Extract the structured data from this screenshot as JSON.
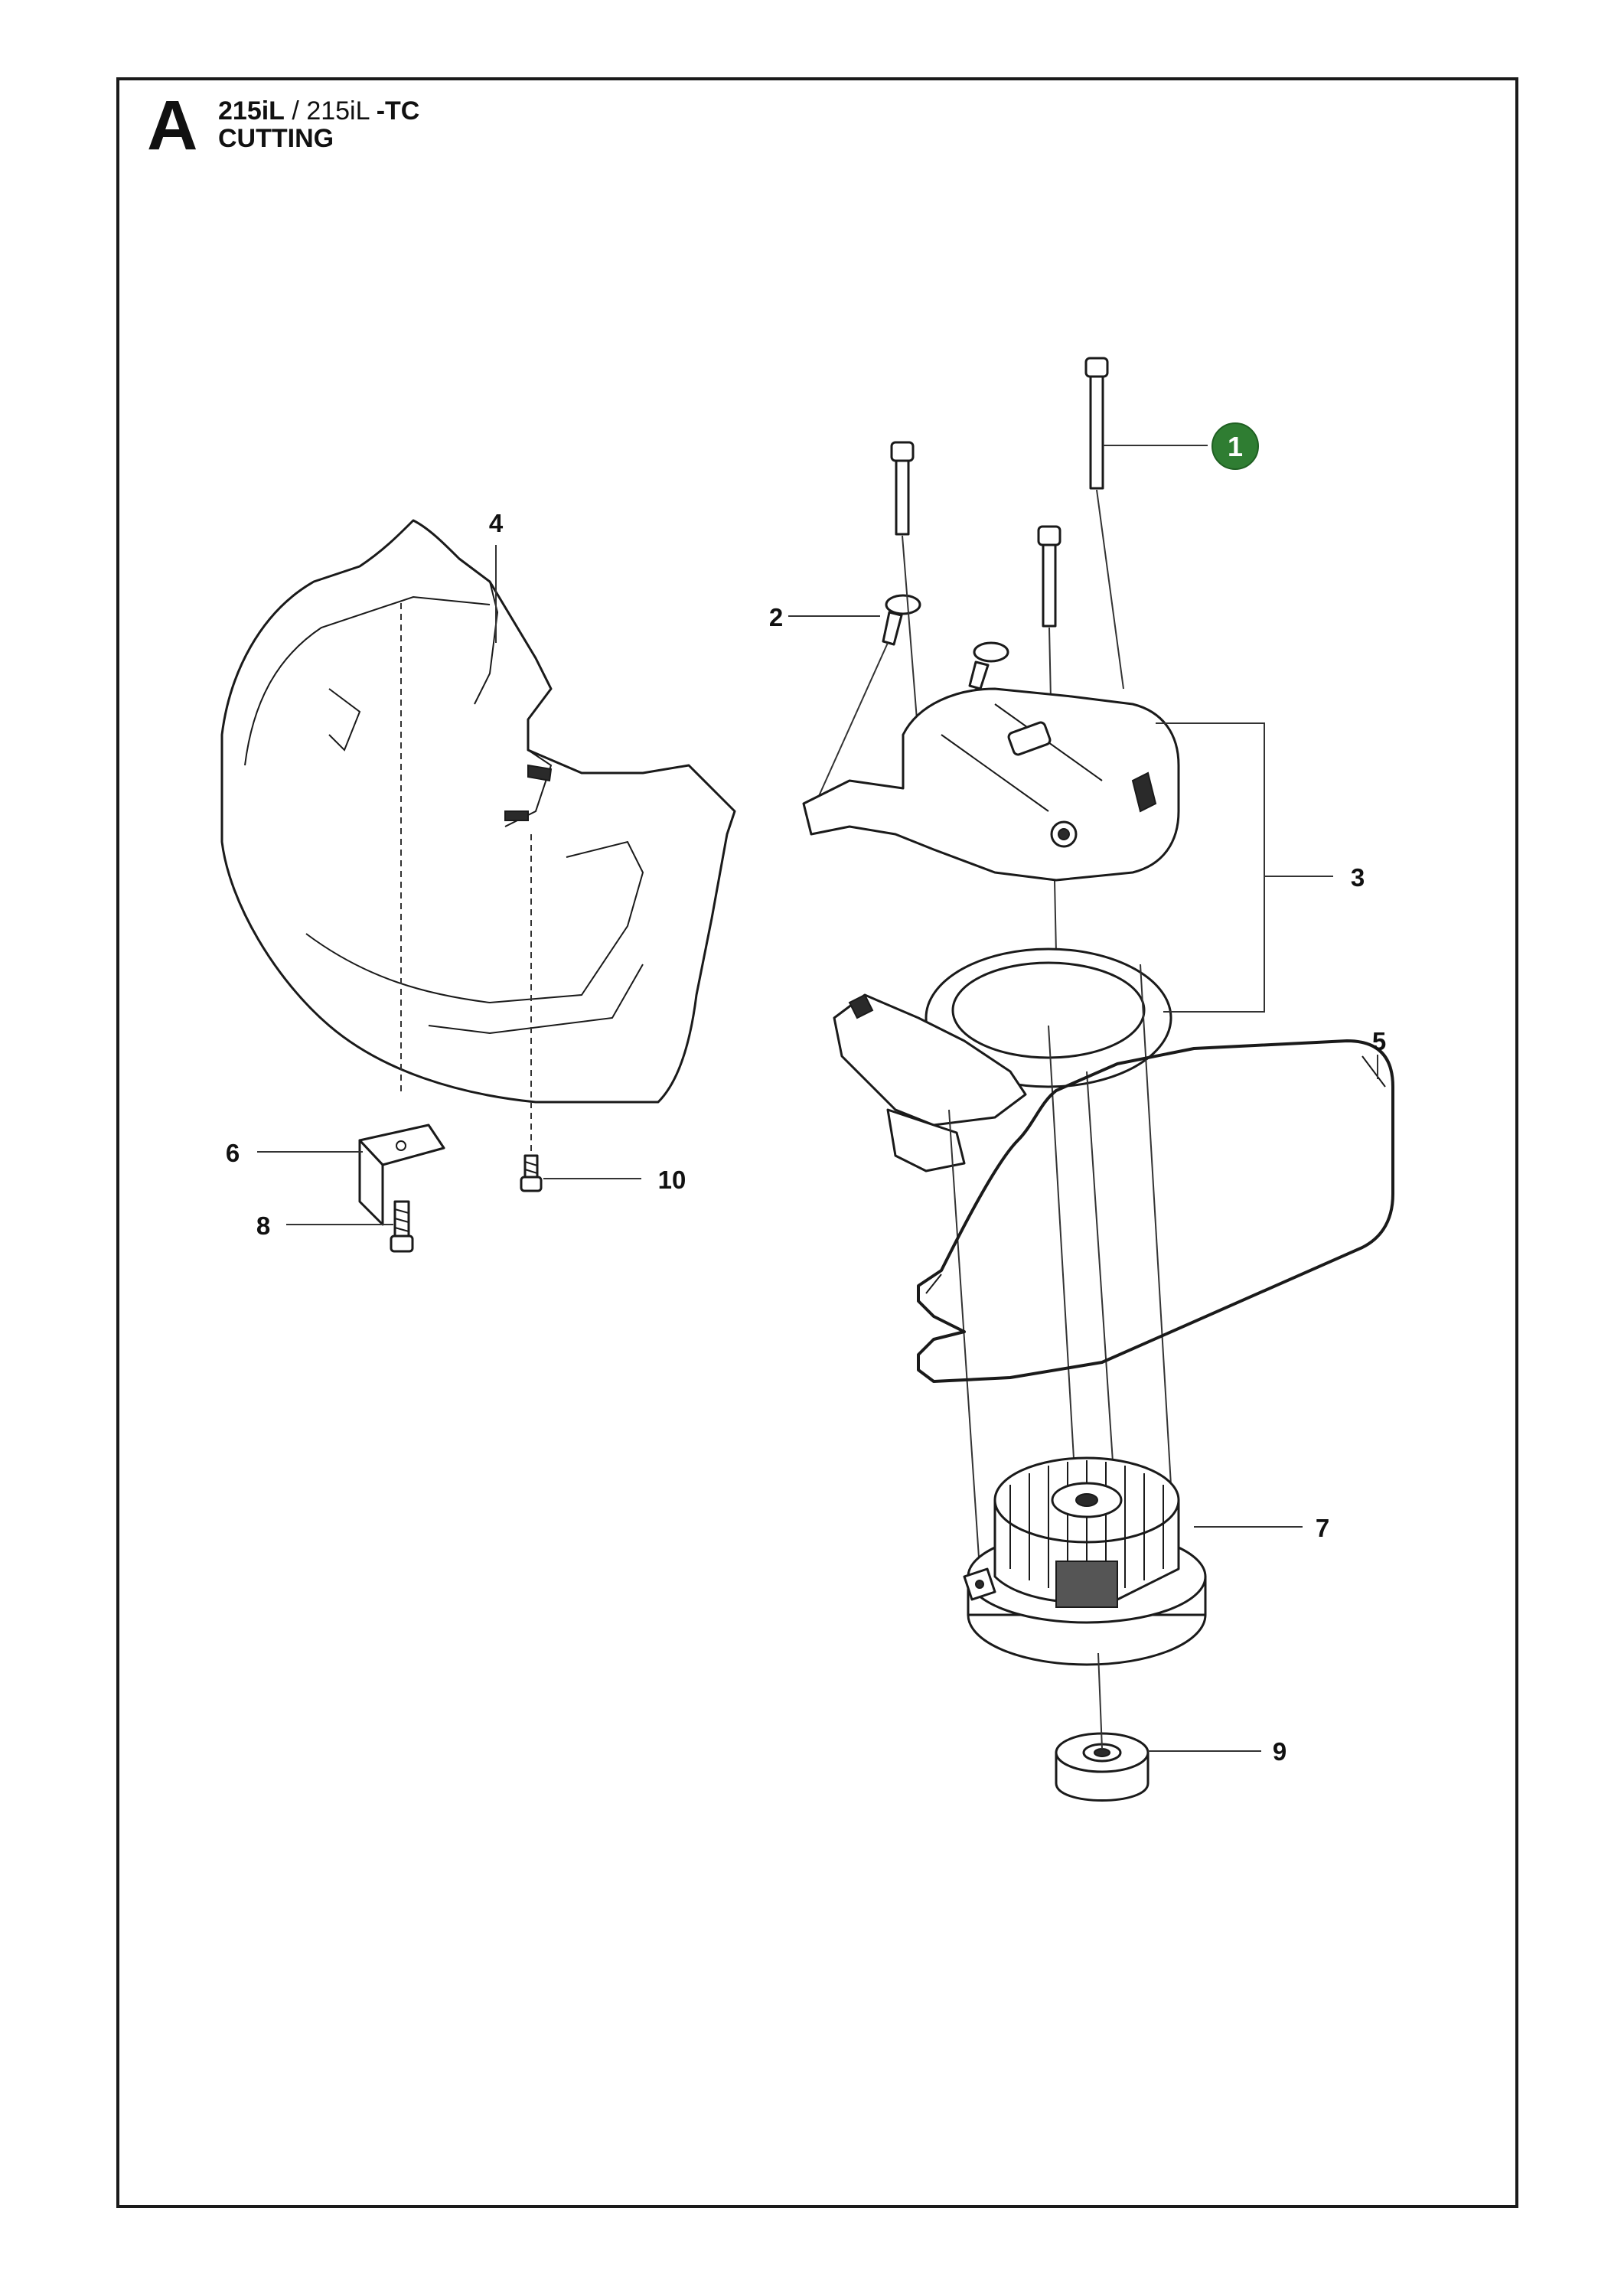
{
  "header": {
    "section_letter": "A",
    "model_bold": "215iL",
    "separator": "/",
    "model_regular": "215iL",
    "model_suffix": "-TC",
    "section_title": "CUTTING"
  },
  "callouts": [
    {
      "id": "1",
      "label": "1",
      "highlighted": true,
      "badge_color": "#2f7d32"
    },
    {
      "id": "2",
      "label": "2"
    },
    {
      "id": "3",
      "label": "3"
    },
    {
      "id": "4",
      "label": "4"
    },
    {
      "id": "5",
      "label": "5"
    },
    {
      "id": "6",
      "label": "6"
    },
    {
      "id": "7",
      "label": "7"
    },
    {
      "id": "8",
      "label": "8"
    },
    {
      "id": "9",
      "label": "9"
    },
    {
      "id": "10",
      "label": "10"
    }
  ]
}
